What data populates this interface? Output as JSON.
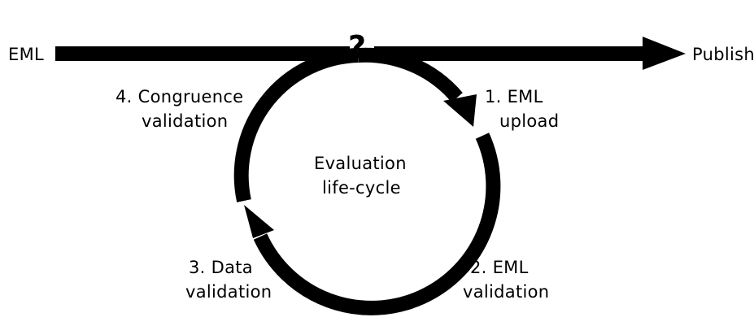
{
  "diagram": {
    "input_label": "EML",
    "output_label": "Publish",
    "decision_mark": "?",
    "center_label_line1": "Evaluation",
    "center_label_line2": "life-cycle",
    "steps": [
      {
        "line1": "1.  EML",
        "line2": "upload"
      },
      {
        "line1": "2. EML",
        "line2": "validation"
      },
      {
        "line1": "3. Data",
        "line2": "validation"
      },
      {
        "line1": "4. Congruence",
        "line2": "validation"
      }
    ]
  },
  "colors": {
    "ink": "#000000",
    "background": "#ffffff"
  }
}
